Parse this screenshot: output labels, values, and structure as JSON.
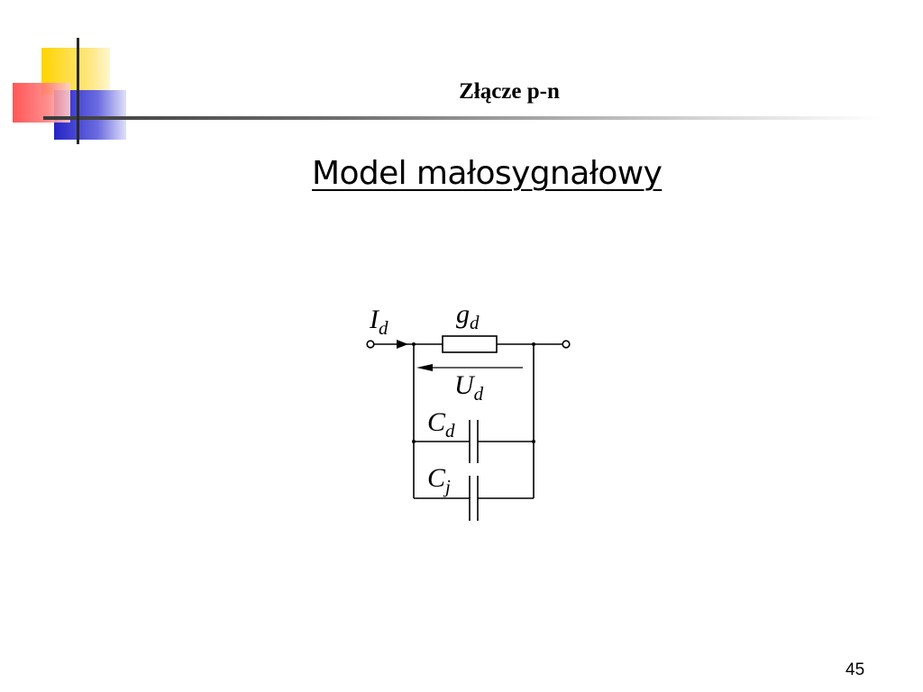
{
  "slide": {
    "header_title": "Złącze p-n",
    "heading": "Model małosygnałowy",
    "page_number": "45"
  },
  "diagram": {
    "labels": {
      "current": "I",
      "current_sub": "d",
      "conductance": "g",
      "conductance_sub": "d",
      "voltage": "U",
      "voltage_sub": "d",
      "diffusion_cap": "C",
      "diffusion_cap_sub": "d",
      "junction_cap": "C",
      "junction_cap_sub": "j"
    }
  },
  "colors": {
    "deco_yellow": "#FFD700",
    "deco_red": "#FF5555",
    "deco_blue": "#2E2ECC",
    "rule_dark": "#4A4A4A"
  }
}
